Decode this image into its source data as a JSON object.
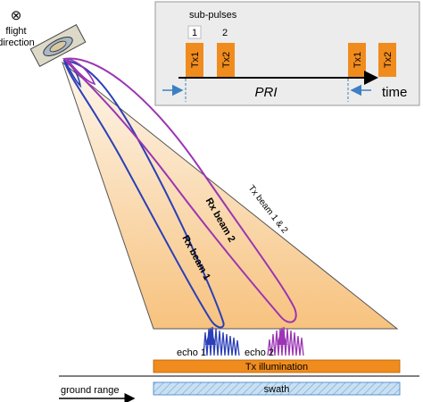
{
  "flight_symbol": "⊗",
  "flight_label": [
    "flight",
    "direction"
  ],
  "inset": {
    "title": "sub-pulses",
    "subpulse_numbers": [
      "1",
      "2"
    ],
    "pulse_labels": [
      "Tx1",
      "Tx2",
      "Tx1",
      "Tx2"
    ],
    "pri_label": "PRI",
    "time_label": "time"
  },
  "tx_beam_label": "Tx beam 1 & 2",
  "rx_beam1_label": "Rx beam 1",
  "rx_beam2_label": "Rx beam 2",
  "echo1_label": "echo 1",
  "echo2_label": "echo 2",
  "tx_illumination_label": "Tx illumination",
  "swath_label": "swath",
  "ground_range_label": "ground range",
  "colors": {
    "orange": "#f08c1e",
    "beam_fill_top": "#fdf4e6",
    "beam_fill_bottom": "#f7c27e",
    "rx_beam1": "#2b3fb8",
    "rx_beam2": "#9b35b3",
    "swath_fill": "#bcd9f0",
    "inset_bg": "#ececec",
    "arrow_blue": "#3c7fc4"
  }
}
